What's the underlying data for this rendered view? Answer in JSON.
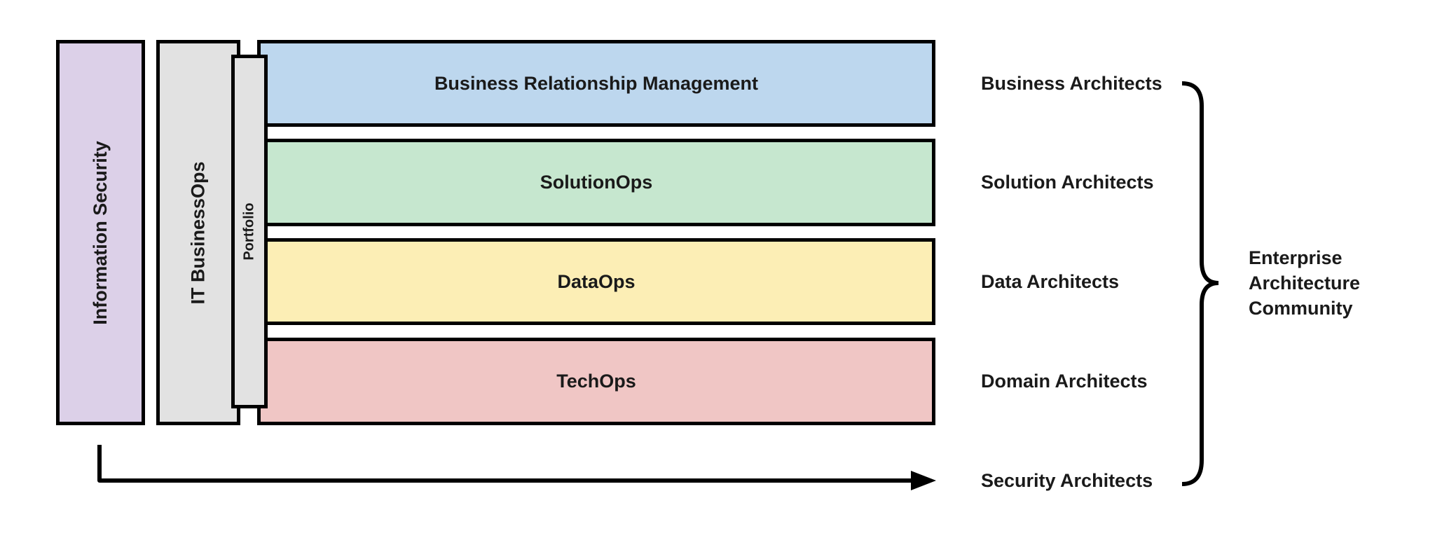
{
  "diagram": {
    "vertical_bars": [
      {
        "label": "Information Security",
        "bg": "#dcd0e8"
      },
      {
        "label": "IT BusinessOps",
        "bg": "#e2e2e2"
      },
      {
        "label": "Portfolio",
        "bg": "#e2e2e2"
      }
    ],
    "rows": [
      {
        "label": "Business Relationship Management",
        "bg": "#bdd7ee",
        "architect": "Business Architects"
      },
      {
        "label": "SolutionOps",
        "bg": "#c6e7cf",
        "architect": "Solution Architects"
      },
      {
        "label": "DataOps",
        "bg": "#fceeb5",
        "architect": "Data Architects"
      },
      {
        "label": "TechOps",
        "bg": "#f0c6c5",
        "architect": "Domain Architects"
      }
    ],
    "security_arrow_label": "Security Architects",
    "brace_label": "Enterprise Architecture Community",
    "colors": {
      "border": "#000000",
      "background": "#ffffff",
      "line": "#000000"
    }
  }
}
